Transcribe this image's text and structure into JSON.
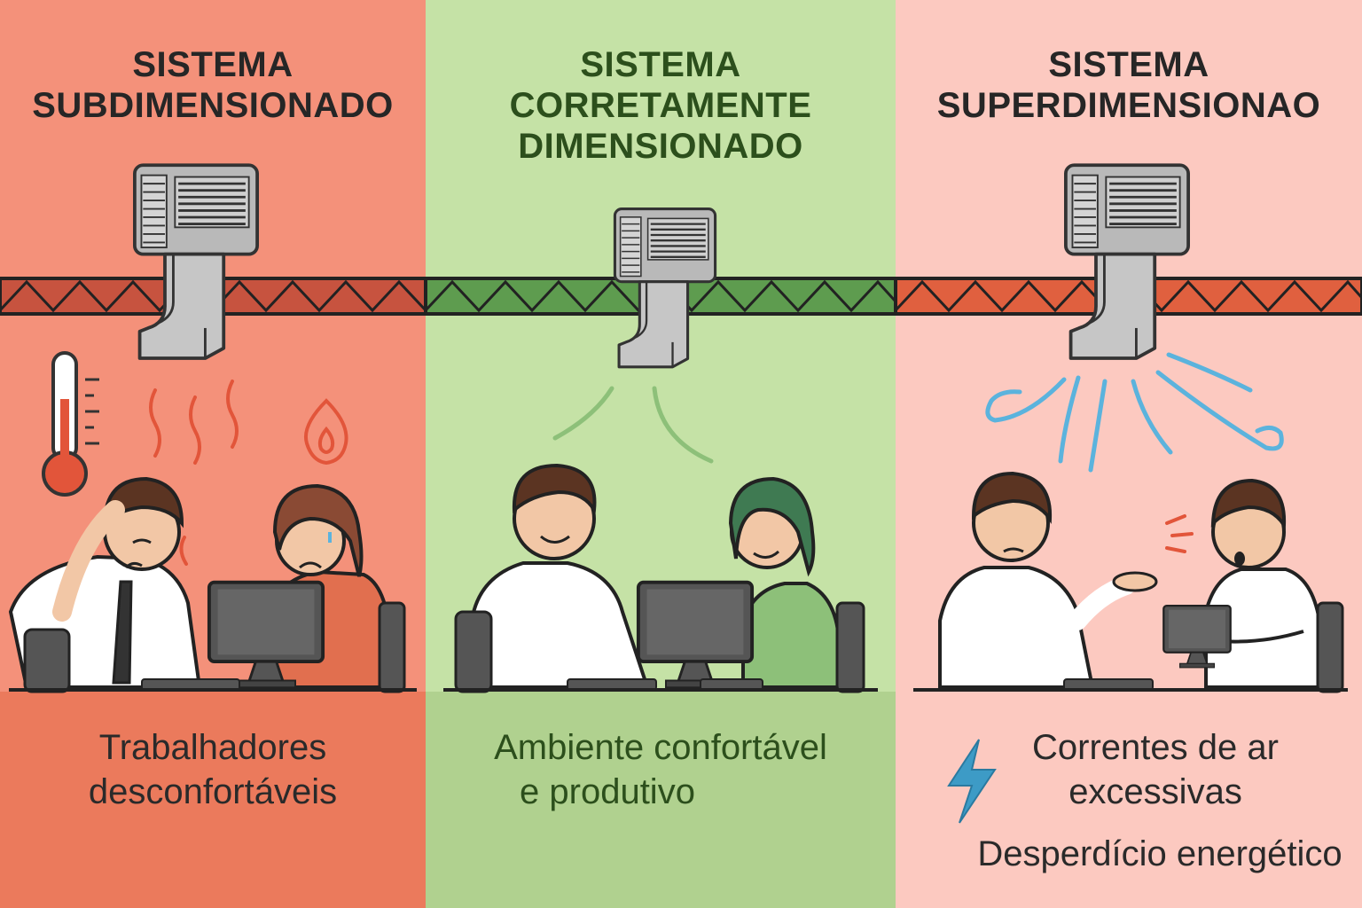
{
  "panels": [
    {
      "title_lines": [
        "SISTEMA",
        "SUBDIMENSIONADO"
      ],
      "caption_lines": [
        "Trabalhadores",
        "desconfortáveis"
      ],
      "icons": [
        "ac-unit-icon",
        "thermometer-icon",
        "heat-wave-icon",
        "flame-icon"
      ],
      "accent": "#eb7a5c"
    },
    {
      "title_lines": [
        "SISTEMA",
        "CORRETAMENTE",
        "DIMENSIONADO"
      ],
      "caption_lines": [
        "Ambiente confortável",
        "e produtivo"
      ],
      "icons": [
        "ac-unit-icon",
        "airflow-icon"
      ],
      "accent": "#5e9c4f"
    },
    {
      "title_lines": [
        "SISTEMA",
        "SUPERDIMENSIONAO"
      ],
      "caption_lines": [
        "Correntes de ar",
        "excessivas"
      ],
      "extra_caption": "Desperdício energético",
      "icons": [
        "ac-unit-icon",
        "strong-airflow-icon",
        "lightning-icon"
      ],
      "accent": "#e0603f"
    }
  ],
  "colors": {
    "beam_red": "#c7533f",
    "beam_green": "#5e9c4f",
    "beam_orange": "#e0603f",
    "heat": "#e2553a",
    "cold_air": "#5bb3dd",
    "lightning": "#3d9bc6"
  }
}
